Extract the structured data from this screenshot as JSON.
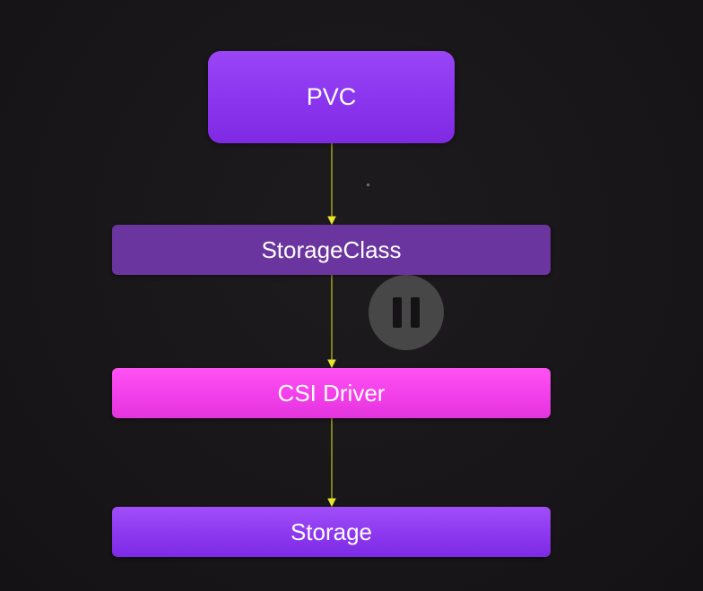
{
  "diagram": {
    "nodes": {
      "pvc": {
        "label": "PVC"
      },
      "storageclass": {
        "label": "StorageClass"
      },
      "csi_driver": {
        "label": "CSI Driver"
      },
      "storage": {
        "label": "Storage"
      }
    },
    "edges": [
      {
        "from": "PVC",
        "to": "StorageClass"
      },
      {
        "from": "StorageClass",
        "to": "CSI Driver"
      },
      {
        "from": "CSI Driver",
        "to": "Storage"
      }
    ]
  },
  "player": {
    "pause_icon": "pause-icon",
    "state": "paused"
  },
  "colors": {
    "background": "#181618",
    "pvc": "#8a34ee",
    "storageclass": "#6b35a0",
    "csi_driver": "#f23fea",
    "storage": "#8c38ef",
    "connector": "#e6e62a"
  }
}
